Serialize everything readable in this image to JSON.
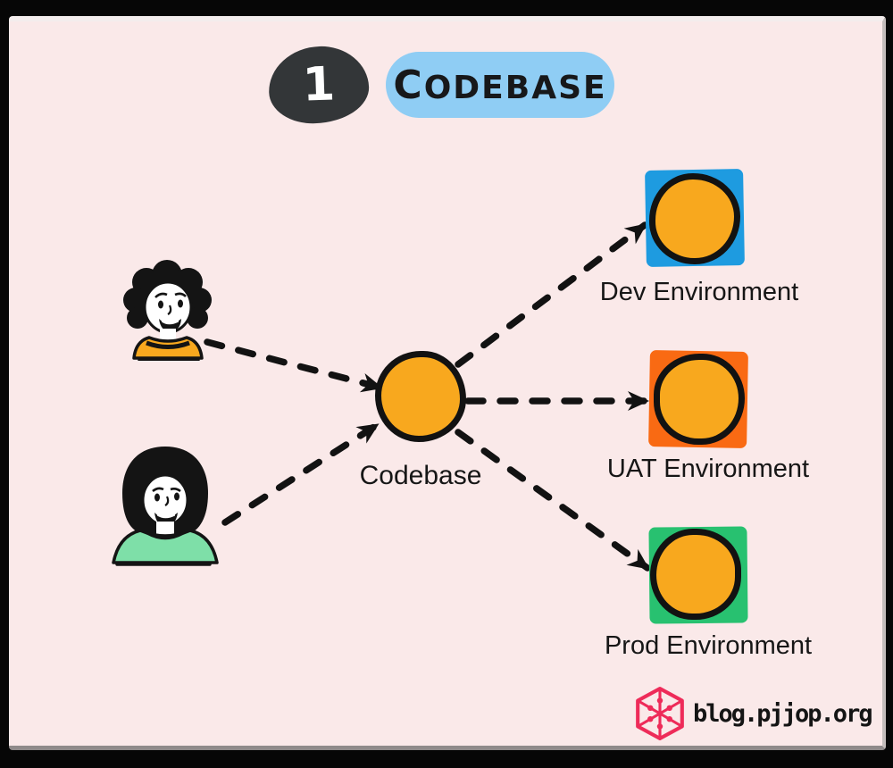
{
  "page": {
    "background_color": "#060606",
    "canvas_color": "#fae9e9"
  },
  "header": {
    "step_number": "1",
    "title": "Codebase",
    "badge_color": "#333638",
    "badge_text_color": "#ffffff",
    "pill_color": "#8fcdf4",
    "title_text_color": "#17181a"
  },
  "diagram": {
    "center_node": {
      "label": "Codebase",
      "fill_color": "#f8a81e",
      "stroke_color": "#121212"
    },
    "developers": [
      {
        "id": "developer-1",
        "shirt_color": "#f8a81e",
        "hair_color": "#141414"
      },
      {
        "id": "developer-2",
        "shirt_color": "#7edfa8",
        "hair_color": "#141414"
      }
    ],
    "environments": [
      {
        "label": "Dev Environment",
        "box_color": "#1e9be0",
        "node_color": "#f8a81e"
      },
      {
        "label": "UAT Environment",
        "box_color": "#f96a13",
        "node_color": "#f8a81e"
      },
      {
        "label": "Prod Environment",
        "box_color": "#28c170",
        "node_color": "#f8a81e"
      }
    ],
    "connection_style": "dashed-arrow",
    "arrow_color": "#121212"
  },
  "footer": {
    "site": "blog.pjjop.org",
    "logo_color": "#ee2b59",
    "text_color": "#141414"
  }
}
